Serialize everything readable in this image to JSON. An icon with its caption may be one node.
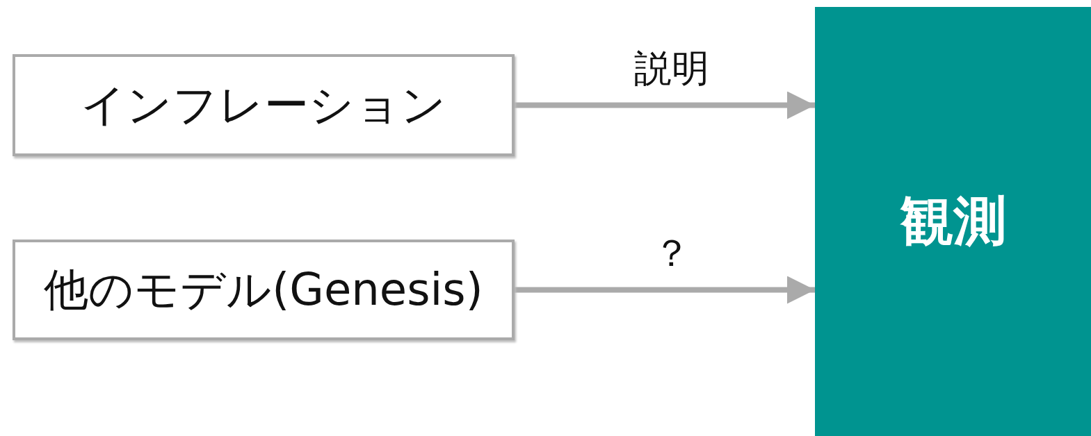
{
  "diagram": {
    "nodes": [
      {
        "text": [
          "インフレーション"
        ]
      },
      {
        "text": [
          "他のモデル(Genesis)"
        ]
      },
      {
        "text": [
          "観測"
        ]
      }
    ],
    "edges": [
      {
        "from": 0,
        "to": 2,
        "arrow": "to",
        "label": "説明"
      },
      {
        "from": 1,
        "to": 2,
        "arrow": "to",
        "label": "？"
      }
    ]
  }
}
